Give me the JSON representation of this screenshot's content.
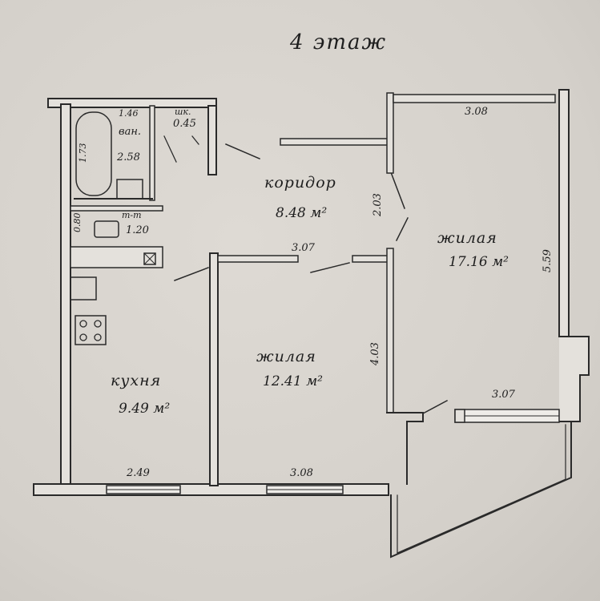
{
  "floor_label": "4 этаж",
  "rooms": {
    "bathroom": {
      "name": "ван.",
      "area": "2.58",
      "width": "1.46",
      "length": "1.73"
    },
    "closet": {
      "name": "шк.",
      "area": "0.45"
    },
    "toilet": {
      "name": "т-т",
      "area": "1.20",
      "width": "0.80"
    },
    "corridor": {
      "name": "коридор",
      "area": "8.48 м²",
      "width": "2.03"
    },
    "living_large": {
      "name": "жилая",
      "area": "17.16 м²",
      "width_top": "3.08",
      "width_bottom": "3.07",
      "length": "5.59"
    },
    "living_small": {
      "name": "жилая",
      "area": "12.41 м²",
      "width": "3.07",
      "length": "4.03",
      "width_bottom": "3.08"
    },
    "kitchen": {
      "name": "кухня",
      "area": "9.49 м²",
      "width": "2.49"
    }
  }
}
